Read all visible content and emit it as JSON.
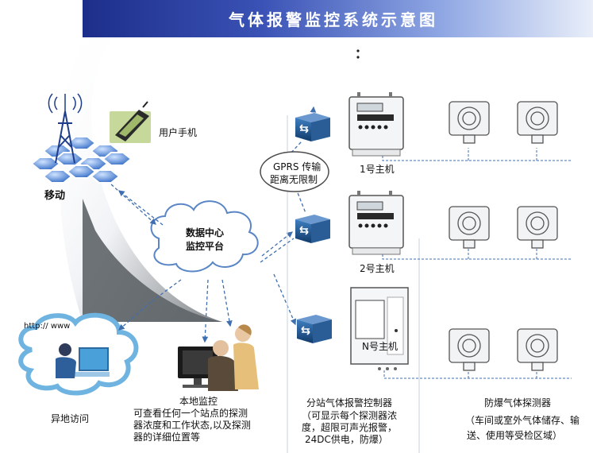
{
  "title": "气体报警监控系统示意图",
  "labels": {
    "mobile": "移动",
    "user_phone": "用户手机",
    "gprs_line1": "GPRS 传输",
    "gprs_line2": "距离无限制",
    "data_center_line1": "数据中心",
    "data_center_line2": "监控平台",
    "host1": "1号主机",
    "host2": "2号主机",
    "hostN": "N号主机",
    "http": "http:// www",
    "remote_access": "异地访问",
    "local_monitor_title": "本地监控",
    "local_monitor_line1": "可查看任何一个站点的探测",
    "local_monitor_line2": "器浓度和工作状态,以及探测",
    "local_monitor_line3": "器的详细位置等",
    "controller_title": "分站气体报警控制器",
    "controller_line1": "（可显示每个探测器浓",
    "controller_line2": "度，超限可声光报警，",
    "controller_line3": "24DC供电，防爆）",
    "detector_title": "防爆气体探测器",
    "detector_line1": "（车间或室外气体储存、输",
    "detector_line2": "送、使用等受检区域）"
  },
  "colors": {
    "banner_dark": "#1d2e8a",
    "banner_light": "#e9eef9",
    "link_line": "#3f6fb0",
    "hex_blue": "#4a7fd0",
    "router_blue": "#1f4f86",
    "cloud_stroke": "#5a86c6"
  },
  "icons": [
    "cell-tower-icon",
    "mobile-phone-icon",
    "router-icon",
    "cloud-icon",
    "alarm-host-icon",
    "cabinet-icon",
    "gas-detector-icon",
    "computer-icon"
  ]
}
